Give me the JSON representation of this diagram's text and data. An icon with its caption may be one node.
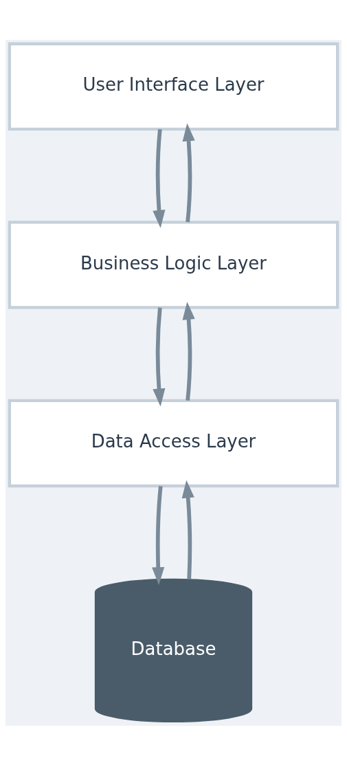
{
  "diagram": {
    "nodes": [
      {
        "text": [
          "User Interface Layer"
        ]
      },
      {
        "text": [
          "Business Logic Layer"
        ]
      },
      {
        "text": [
          "Data Access Layer"
        ]
      },
      {
        "text": [
          "Database"
        ]
      }
    ],
    "edges": [
      {
        "from": 1,
        "to": 0,
        "arrow": "to"
      },
      {
        "from": 0,
        "to": 1,
        "arrow": "to"
      },
      {
        "from": 2,
        "to": 1,
        "arrow": "to"
      },
      {
        "from": 1,
        "to": 2,
        "arrow": "to"
      },
      {
        "from": 3,
        "to": 2,
        "arrow": "to"
      },
      {
        "from": 2,
        "to": 3,
        "arrow": "to"
      }
    ]
  }
}
